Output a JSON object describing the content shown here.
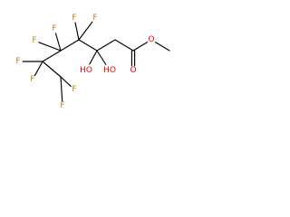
{
  "molecule": {
    "atoms": [
      {
        "id": "c1",
        "element": "C",
        "label": "",
        "color": "#000000"
      },
      {
        "id": "c2",
        "element": "C",
        "label": "",
        "color": "#000000"
      },
      {
        "id": "c3",
        "element": "C",
        "label": "",
        "color": "#000000"
      },
      {
        "id": "c4",
        "element": "C",
        "label": "",
        "color": "#000000"
      },
      {
        "id": "c5",
        "element": "C",
        "label": "",
        "color": "#000000"
      },
      {
        "id": "c6",
        "element": "C",
        "label": "",
        "color": "#000000"
      },
      {
        "id": "c7",
        "element": "C",
        "label": "",
        "color": "#000000"
      },
      {
        "id": "o-carbonyl",
        "element": "O",
        "label": "O",
        "color": "#ff0000"
      },
      {
        "id": "o-ester",
        "element": "O",
        "label": "O",
        "color": "#ff0000"
      },
      {
        "id": "c-methyl",
        "element": "C",
        "label": "",
        "color": "#000000"
      },
      {
        "id": "o-hydroxyl-1",
        "element": "O",
        "label": "HO",
        "color": "#ff0000"
      },
      {
        "id": "o-hydroxyl-2",
        "element": "O",
        "label": "HO",
        "color": "#ff0000"
      },
      {
        "id": "f-4a",
        "element": "F",
        "label": "F",
        "color": "#b8860b"
      },
      {
        "id": "f-4b",
        "element": "F",
        "label": "F",
        "color": "#b8860b"
      },
      {
        "id": "f-5a",
        "element": "F",
        "label": "F",
        "color": "#b8860b"
      },
      {
        "id": "f-5b",
        "element": "F",
        "label": "F",
        "color": "#b8860b"
      },
      {
        "id": "f-6a",
        "element": "F",
        "label": "F",
        "color": "#b8860b"
      },
      {
        "id": "f-6b",
        "element": "F",
        "label": "F",
        "color": "#b8860b"
      },
      {
        "id": "f-7a",
        "element": "F",
        "label": "F",
        "color": "#b8860b"
      },
      {
        "id": "f-7b",
        "element": "F",
        "label": "F",
        "color": "#b8860b"
      }
    ],
    "bonds": [
      {
        "from": "c1",
        "to": "c2",
        "order": 1
      },
      {
        "from": "c2",
        "to": "c3",
        "order": 1
      },
      {
        "from": "c3",
        "to": "c4",
        "order": 1
      },
      {
        "from": "c4",
        "to": "c5",
        "order": 1
      },
      {
        "from": "c5",
        "to": "c6",
        "order": 1
      },
      {
        "from": "c6",
        "to": "c7",
        "order": 1
      },
      {
        "from": "c1",
        "to": "o-carbonyl",
        "order": 2
      },
      {
        "from": "c1",
        "to": "o-ester",
        "order": 1
      },
      {
        "from": "o-ester",
        "to": "c-methyl",
        "order": 1
      },
      {
        "from": "c3",
        "to": "o-hydroxyl-1",
        "order": 1
      },
      {
        "from": "c3",
        "to": "o-hydroxyl-2",
        "order": 1
      },
      {
        "from": "c4",
        "to": "f-4a",
        "order": 1
      },
      {
        "from": "c4",
        "to": "f-4b",
        "order": 1
      },
      {
        "from": "c5",
        "to": "f-5a",
        "order": 1
      },
      {
        "from": "c5",
        "to": "f-5b",
        "order": 1
      },
      {
        "from": "c6",
        "to": "f-6a",
        "order": 1
      },
      {
        "from": "c6",
        "to": "f-6b",
        "order": 1
      },
      {
        "from": "c7",
        "to": "f-7a",
        "order": 1
      },
      {
        "from": "c7",
        "to": "f-7b",
        "order": 1
      }
    ]
  }
}
